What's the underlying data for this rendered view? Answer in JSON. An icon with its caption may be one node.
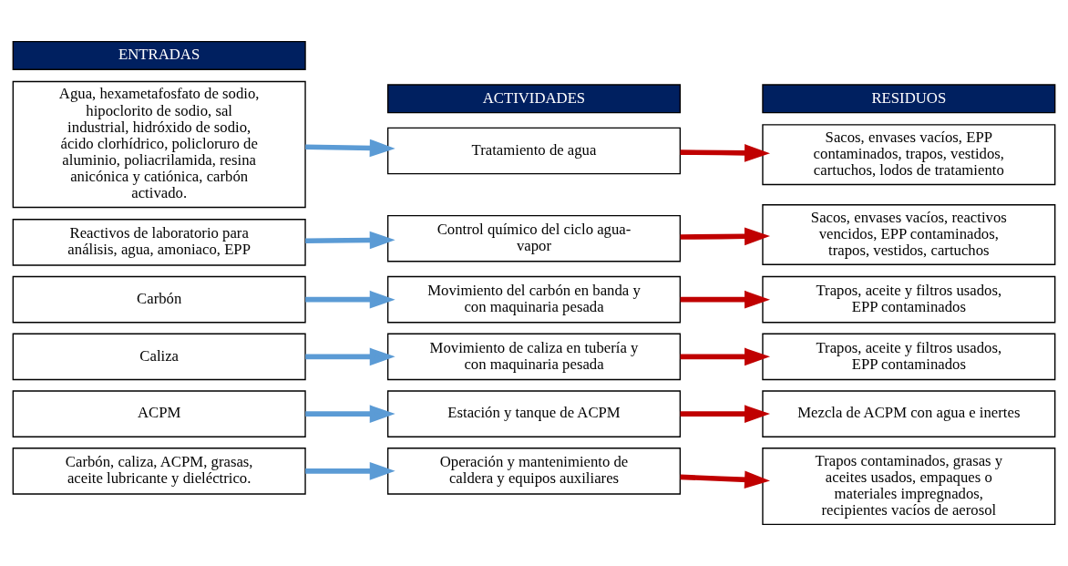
{
  "diagram": {
    "nodes": [
      {
        "text": [
          "ENTRADAS"
        ]
      },
      {
        "text": [
          "ACTIVIDADES"
        ]
      },
      {
        "text": [
          "RESIDUOS"
        ]
      },
      {
        "text": [
          "Agua, hexametafosfato de sodio, hipoclorito de sodio, sal industrial, hidróxido de sodio, ácido clorhídrico, policloruro de aluminio, poliacrilamida, resina anicónica y catiónica, carbón activado."
        ]
      },
      {
        "text": [
          "Tratamiento de agua"
        ]
      },
      {
        "text": [
          "Sacos, envases vacíos, EPP contaminados, trapos, vestidos, cartuchos, lodos de tratamiento"
        ]
      },
      {
        "text": [
          "Reactivos de laboratorio para análisis, agua, amoniaco, EPP"
        ]
      },
      {
        "text": [
          "Control químico del ciclo agua-vapor"
        ]
      },
      {
        "text": [
          "Sacos, envases vacíos, reactivos vencidos, EPP contaminados, trapos, vestidos, cartuchos"
        ]
      },
      {
        "text": [
          "Carbón"
        ]
      },
      {
        "text": [
          "Movimiento del carbón en banda y con maquinaria pesada"
        ]
      },
      {
        "text": [
          "Trapos, aceite y filtros usados, EPP contaminados"
        ]
      },
      {
        "text": [
          "Caliza"
        ]
      },
      {
        "text": [
          "Movimiento de caliza en tubería y con maquinaria pesada"
        ]
      },
      {
        "text": [
          "Trapos, aceite y filtros usados, EPP contaminados"
        ]
      },
      {
        "text": [
          "ACPM"
        ]
      },
      {
        "text": [
          "Estación y tanque de ACPM"
        ]
      },
      {
        "text": [
          "Mezcla de ACPM con agua e inertes"
        ]
      },
      {
        "text": [
          "Carbón, caliza, ACPM, grasas, aceite lubricante y dieléctrico."
        ]
      },
      {
        "text": [
          "Operación y mantenimiento de caldera y equipos auxiliares"
        ]
      },
      {
        "text": [
          "Trapos contaminados, grasas y aceites usados, empaques o materiales impregnados, recipientes vacíos de aerosol"
        ]
      }
    ],
    "edges": [
      {
        "from": 3,
        "to": 4,
        "arrow": "to",
        "color": "#5b9bd5"
      },
      {
        "from": 4,
        "to": 5,
        "arrow": "to",
        "color": "#c00000"
      },
      {
        "from": 6,
        "to": 7,
        "arrow": "to",
        "color": "#5b9bd5"
      },
      {
        "from": 7,
        "to": 8,
        "arrow": "to",
        "color": "#c00000"
      },
      {
        "from": 9,
        "to": 10,
        "arrow": "to",
        "color": "#5b9bd5"
      },
      {
        "from": 10,
        "to": 11,
        "arrow": "to",
        "color": "#c00000"
      },
      {
        "from": 12,
        "to": 13,
        "arrow": "to",
        "color": "#5b9bd5"
      },
      {
        "from": 13,
        "to": 14,
        "arrow": "to",
        "color": "#c00000"
      },
      {
        "from": 15,
        "to": 16,
        "arrow": "to",
        "color": "#5b9bd5"
      },
      {
        "from": 16,
        "to": 17,
        "arrow": "to",
        "color": "#c00000"
      },
      {
        "from": 18,
        "to": 19,
        "arrow": "to",
        "color": "#5b9bd5"
      },
      {
        "from": 19,
        "to": 20,
        "arrow": "to",
        "color": "#c00000"
      }
    ]
  }
}
